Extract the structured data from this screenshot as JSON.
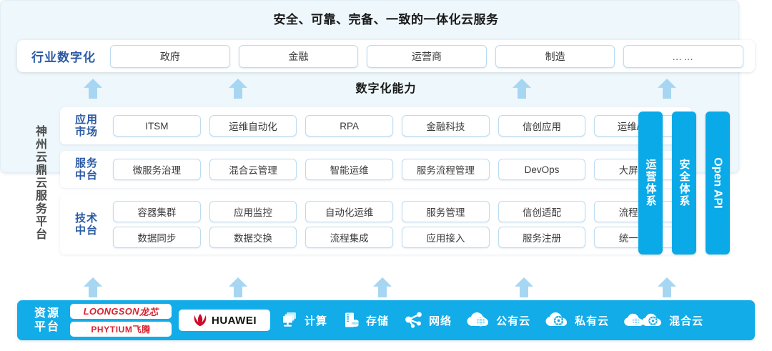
{
  "title": "安全、可靠、完备、一致的一体化云服务",
  "industry": {
    "label": "行业数字化",
    "items": [
      "政府",
      "金融",
      "运营商",
      "制造",
      "……"
    ]
  },
  "capability_label": "数字化能力",
  "platform": {
    "vertical_label": "神州云鼎云服务平台",
    "tiers": [
      {
        "label_line1": "应用",
        "label_line2": "市场",
        "rows": [
          [
            "ITSM",
            "运维自动化",
            "RPA",
            "金融科技",
            "信创应用",
            "运维/运营"
          ]
        ]
      },
      {
        "label_line1": "服务",
        "label_line2": "中台",
        "rows": [
          [
            "微服务治理",
            "混合云管理",
            "智能运维",
            "服务流程管理",
            "DevOps",
            "大屏展示"
          ]
        ]
      },
      {
        "label_line1": "技术",
        "label_line2": "中台",
        "rows": [
          [
            "容器集群",
            "应用监控",
            "自动化运维",
            "服务管理",
            "信创适配",
            "流程引擎"
          ],
          [
            "数据同步",
            "数据交换",
            "流程集成",
            "应用接入",
            "服务注册",
            "统一认证"
          ]
        ]
      }
    ],
    "side_bars": [
      {
        "text": "运营体系",
        "mode": "cjk"
      },
      {
        "text": "安全体系",
        "mode": "cjk"
      },
      {
        "text": "Open API",
        "mode": "rot"
      }
    ]
  },
  "resource": {
    "label_line1": "资源",
    "label_line2": "平台",
    "logos": [
      {
        "name": "loongson",
        "text": "LOONGSON",
        "cn": "龙芯"
      },
      {
        "name": "phytium",
        "text": "PHYTIUM",
        "cn": "飞腾"
      },
      {
        "name": "huawei",
        "text": "HUAWEI",
        "cn": ""
      }
    ],
    "items": [
      {
        "icon": "compute-icon",
        "label": "计算"
      },
      {
        "icon": "storage-icon",
        "label": "存储"
      },
      {
        "icon": "network-icon",
        "label": "网络"
      },
      {
        "icon": "public-cloud-icon",
        "label": "公有云"
      },
      {
        "icon": "private-cloud-icon",
        "label": "私有云"
      },
      {
        "icon": "hybrid-cloud-icon",
        "label": "混合云"
      }
    ]
  },
  "colors": {
    "accent_blue": "#12ace9",
    "bar_blue": "#0aa9e8",
    "arrow_blue": "#a6d6f2",
    "label_indigo": "#2b5aa4",
    "panel_bg": "#eef7fb",
    "chip_border": "#bcdcf2",
    "logo_red": "#d9232e"
  },
  "arrows": {
    "upper": [
      130,
      333,
      730,
      933
    ],
    "lower": [
      130,
      333,
      535,
      733,
      933
    ]
  }
}
